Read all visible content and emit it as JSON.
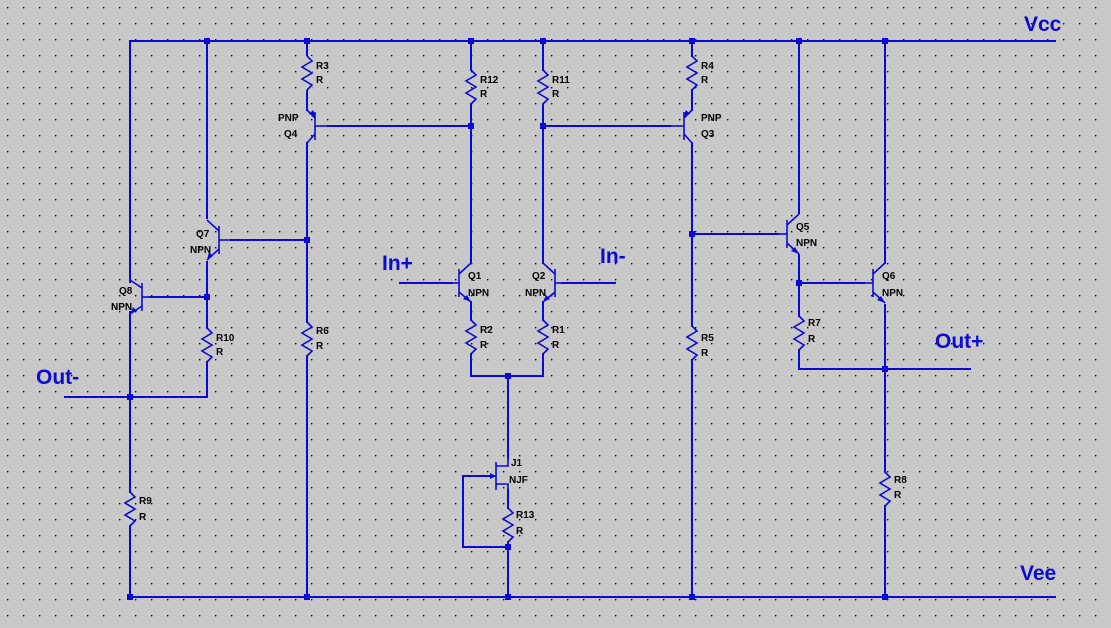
{
  "labels": {
    "vcc": "Vcc",
    "vee": "Vee",
    "in_plus": "In+",
    "in_minus": "In-",
    "out_plus": "Out+",
    "out_minus": "Out-"
  },
  "resistors": [
    {
      "name": "R3",
      "value": "R"
    },
    {
      "name": "R12",
      "value": "R"
    },
    {
      "name": "R11",
      "value": "R"
    },
    {
      "name": "R4",
      "value": "R"
    },
    {
      "name": "R10",
      "value": "R"
    },
    {
      "name": "R6",
      "value": "R"
    },
    {
      "name": "R2",
      "value": "R"
    },
    {
      "name": "R1",
      "value": "R"
    },
    {
      "name": "R5",
      "value": "R"
    },
    {
      "name": "R7",
      "value": "R"
    },
    {
      "name": "R9",
      "value": "R"
    },
    {
      "name": "R13",
      "value": "R"
    },
    {
      "name": "R8",
      "value": "R"
    }
  ],
  "transistors": [
    {
      "name": "Q4",
      "type": "PNP"
    },
    {
      "name": "Q3",
      "type": "PNP"
    },
    {
      "name": "Q7",
      "type": "NPN"
    },
    {
      "name": "Q8",
      "type": "NPN"
    },
    {
      "name": "Q1",
      "type": "NPN"
    },
    {
      "name": "Q2",
      "type": "NPN"
    },
    {
      "name": "Q5",
      "type": "NPN"
    },
    {
      "name": "Q6",
      "type": "NPN"
    },
    {
      "name": "J1",
      "type": "NJF"
    }
  ],
  "colors": {
    "wire": "#0a0ad6",
    "background": "#c8c8c8"
  }
}
